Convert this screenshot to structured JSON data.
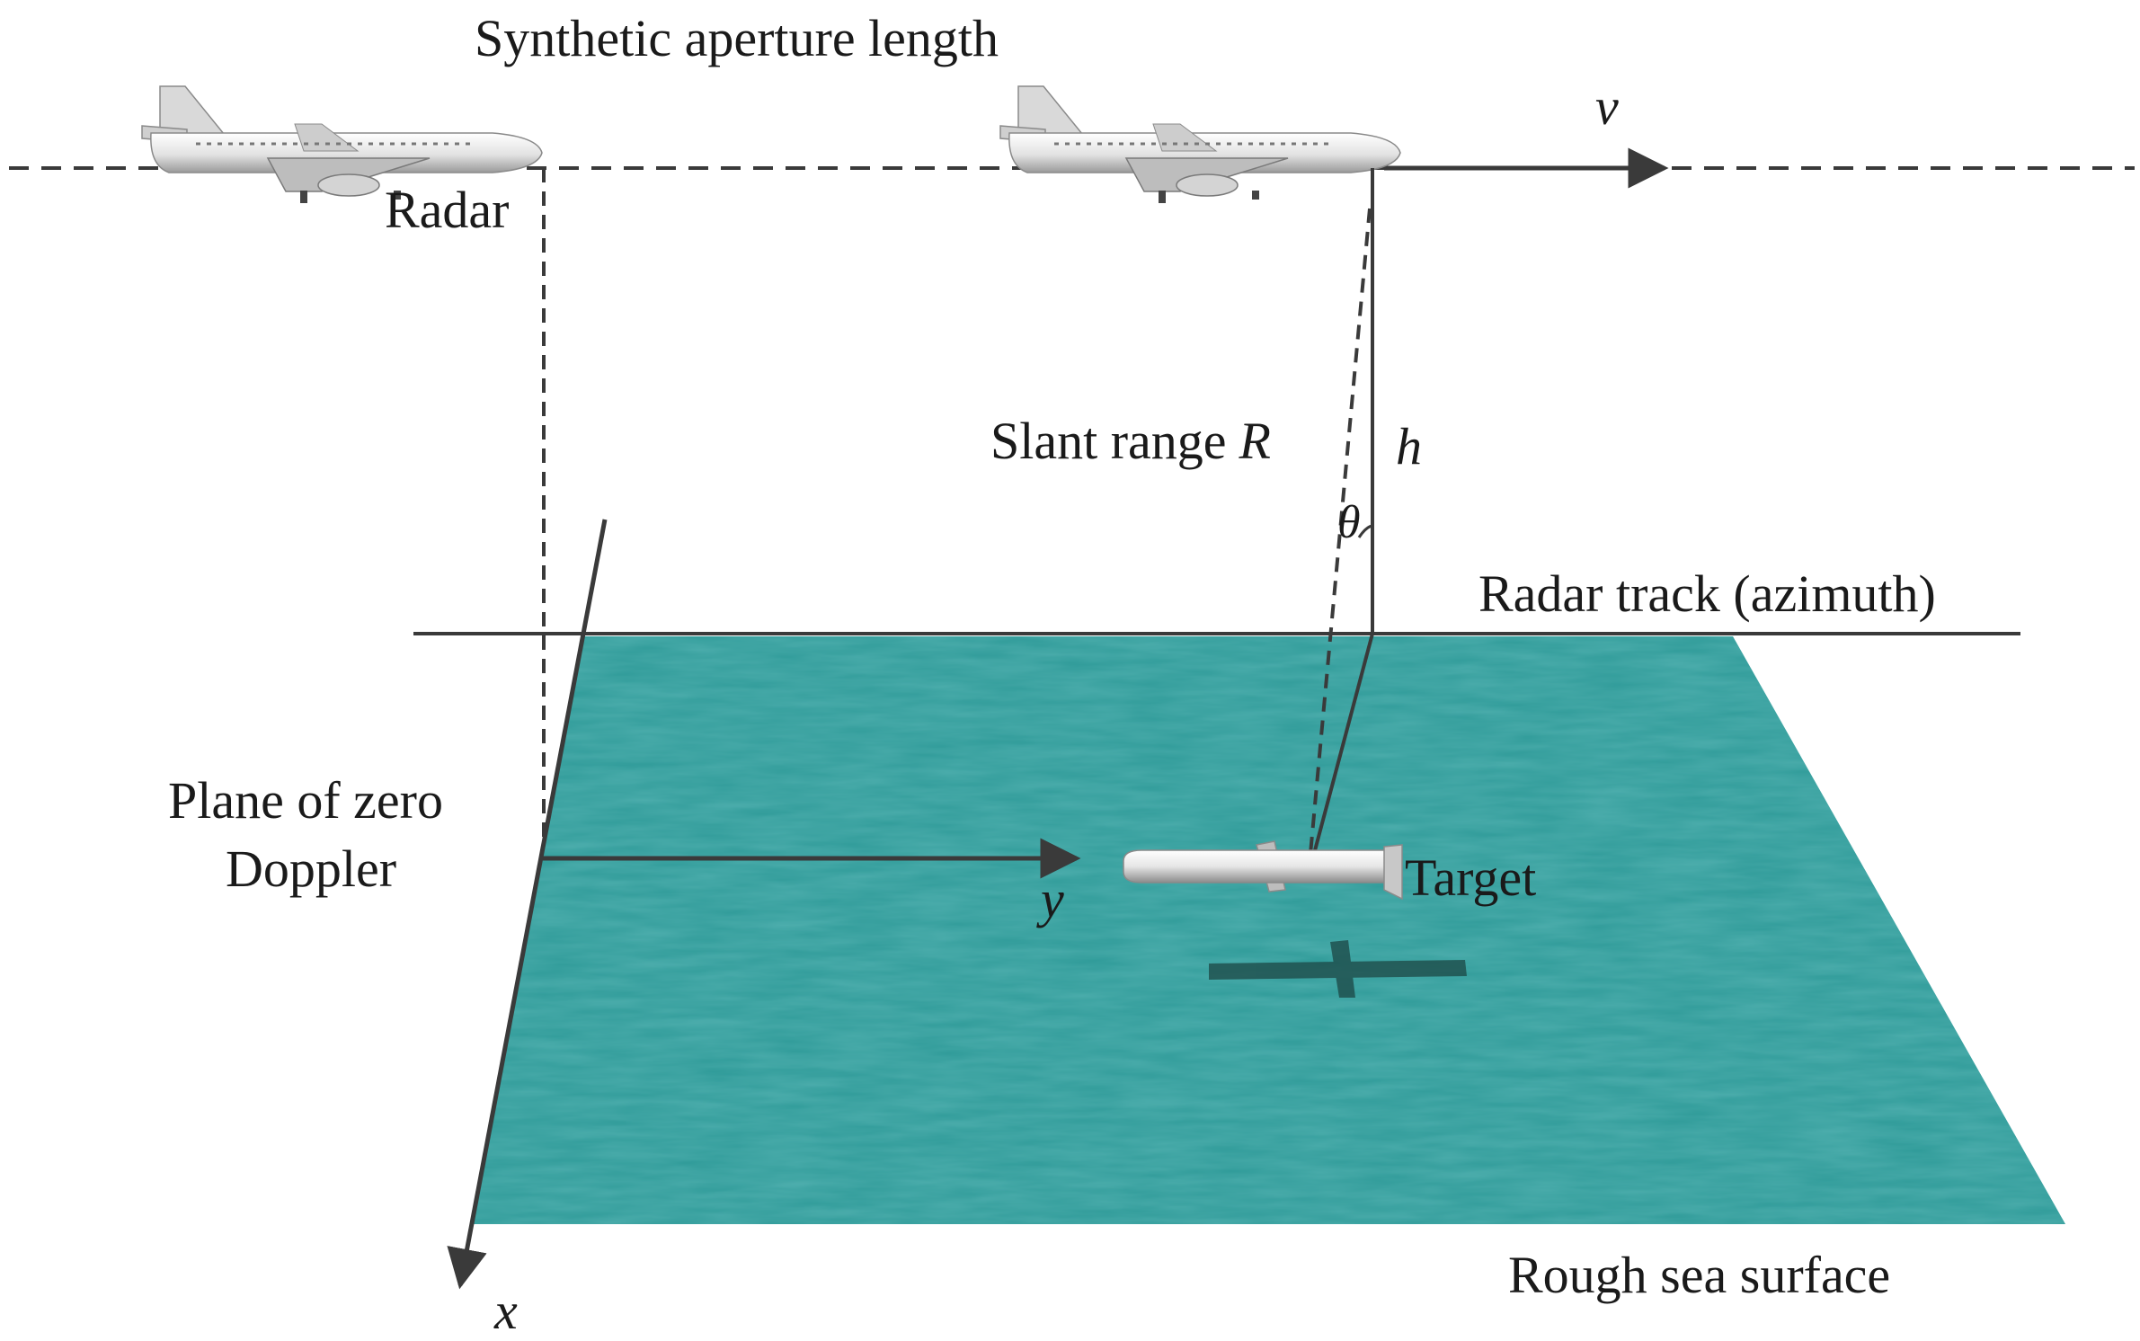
{
  "labels": {
    "aperture": "Synthetic aperture length",
    "radar": "Radar",
    "velocity": "v",
    "slant_range": "Slant range",
    "slant_range_symbol": "R",
    "height": "h",
    "angle": "θ",
    "radar_track": "Radar track (azimuth)",
    "zero_doppler_line1": "Plane of zero",
    "zero_doppler_line2": "Doppler",
    "y_axis": "y",
    "x_axis": "x",
    "target": "Target",
    "sea": "Rough sea surface"
  },
  "colors": {
    "sea": "#2e9a98",
    "line": "#3a3a3a",
    "text": "#1a1a1a"
  },
  "icons": {
    "aircraft": "airliner-icon",
    "target": "missile-icon",
    "shadow": "missile-shadow-icon"
  }
}
